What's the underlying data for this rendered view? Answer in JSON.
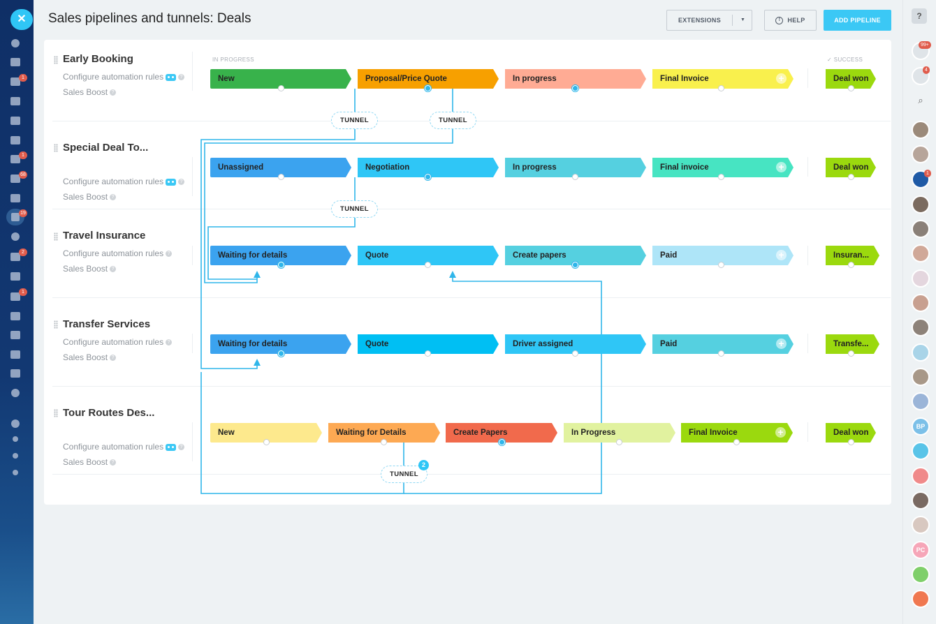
{
  "header": {
    "title": "Sales pipelines and tunnels: Deals",
    "extensions_label": "EXTENSIONS",
    "help_label": "HELP",
    "add_pipeline_label": "ADD PIPELINE"
  },
  "columns": {
    "in_progress": "IN PROGRESS",
    "success": "SUCCESS"
  },
  "colors": {
    "accent": "#3bc8f5",
    "tunnel_line": "#2fb6ea"
  },
  "pipelines": [
    {
      "name": "Early Booking",
      "automation": "Configure automation rules",
      "boost": "Sales Boost",
      "stages": [
        "New",
        "Proposal/Price Quote",
        "In progress",
        "Final Invoice"
      ],
      "success": "Deal won"
    },
    {
      "name": "Special Deal To...",
      "automation": "Configure automation rules",
      "boost": "Sales Boost",
      "stages": [
        "Unassigned",
        "Negotiation",
        "In progress",
        "Final invoice"
      ],
      "success": "Deal won"
    },
    {
      "name": "Travel Insurance",
      "automation": "Configure automation rules",
      "boost": "Sales Boost",
      "stages": [
        "Waiting for details",
        "Quote",
        "Create papers",
        "Paid"
      ],
      "success": "Insuran..."
    },
    {
      "name": "Transfer Services",
      "automation": "Configure automation rules",
      "boost": "Sales Boost",
      "stages": [
        "Waiting for details",
        "Quote",
        "Driver assigned",
        "Paid"
      ],
      "success": "Transfe..."
    },
    {
      "name": "Tour Routes Des...",
      "automation": "Configure automation rules",
      "boost": "Sales Boost",
      "stages": [
        "New",
        "Waiting for Details",
        "Create Papers",
        "In Progress",
        "Final Invoice"
      ],
      "success": "Deal won"
    }
  ],
  "tunnels": {
    "label": "TUNNEL",
    "badge_count": "2"
  },
  "left_badges": [
    "1",
    "1",
    "68",
    "19",
    "2",
    "1"
  ],
  "right_bar": {
    "help": "?",
    "notif_badge": "99+",
    "chat_badge": "4",
    "group_badge": "1",
    "initials_bp": "BP",
    "initials_pc": "PC"
  }
}
